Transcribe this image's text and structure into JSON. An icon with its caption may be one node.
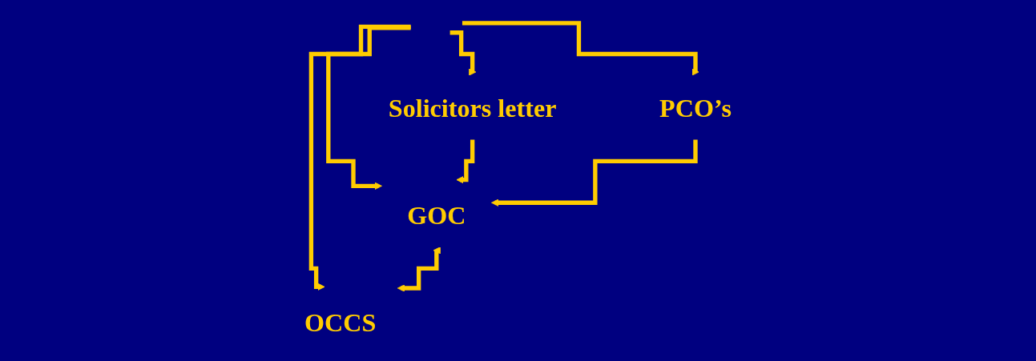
{
  "diagram": {
    "nodes": [
      {
        "text": [
          "Solicitors letter"
        ]
      },
      {
        "text": [
          "GOC"
        ]
      },
      {
        "text": [
          "OCCS"
        ]
      },
      {
        "text": [
          "PCO’s"
        ]
      }
    ],
    "edges": [
      {
        "from": null,
        "to": 0,
        "arrow": "to"
      },
      {
        "from": null,
        "to": 1,
        "arrow": "to"
      },
      {
        "from": null,
        "to": 2,
        "arrow": "to"
      },
      {
        "from": null,
        "to": 3,
        "arrow": "to"
      },
      {
        "from": 1,
        "to": 2,
        "arrow": "both"
      },
      {
        "from": 0,
        "to": 1,
        "arrow": "to"
      },
      {
        "from": 3,
        "to": 1,
        "arrow": "to"
      }
    ]
  }
}
